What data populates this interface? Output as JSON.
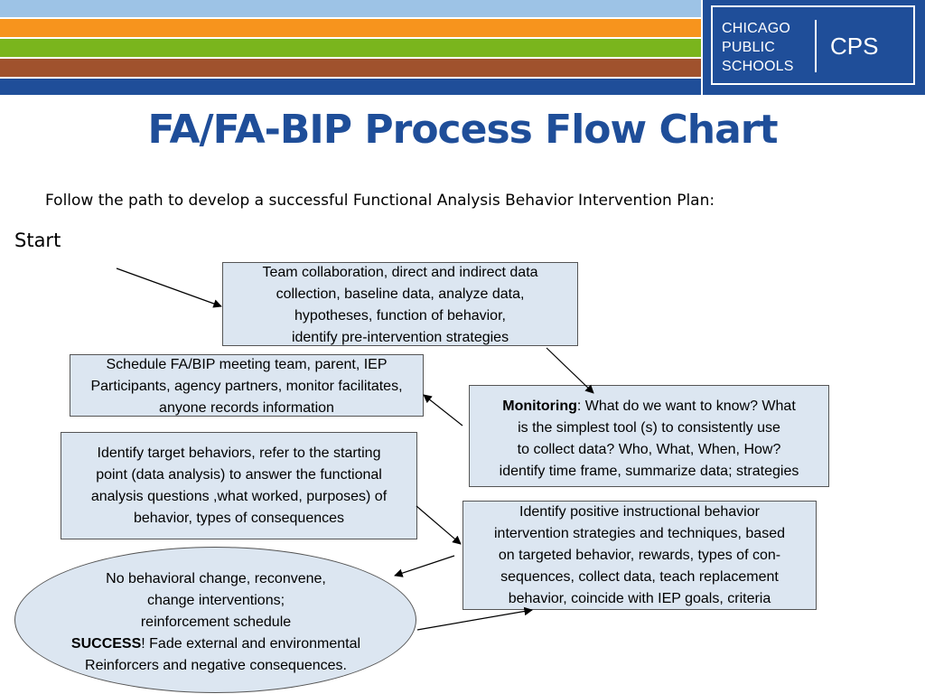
{
  "brand": {
    "line1": "CHICAGO",
    "line2": "PUBLIC",
    "line3": "SCHOOLS",
    "abbr": "CPS",
    "colors": {
      "blue": "#1f4e99",
      "lightblue": "#9dc3e6",
      "orange": "#f7941d",
      "green": "#7ab51d",
      "brown": "#a0522d",
      "box_fill": "#dce6f1"
    }
  },
  "title": "FA/FA-BIP Process Flow Chart",
  "subtitle": "Follow the path to develop a successful Functional Analysis Behavior Intervention Plan:",
  "start_label": "Start",
  "nodes": {
    "team": {
      "lines": [
        "Team collaboration, direct and indirect data",
        "collection, baseline data, analyze data,",
        "hypotheses, function of behavior,",
        "identify pre-intervention strategies"
      ]
    },
    "schedule": {
      "lines": [
        "Schedule FA/BIP meeting team, parent, IEP",
        "Participants, agency partners,  monitor facilitates,",
        "anyone records information"
      ]
    },
    "identify_target": {
      "lines": [
        "Identify target behaviors, refer to the starting",
        "point (data analysis) to answer  the functional",
        "analysis questions ,what worked, purposes) of",
        "behavior, types of consequences"
      ]
    },
    "monitoring": {
      "bold": "Monitoring",
      "first_rest": ": What do we want to know? What",
      "lines": [
        "is the simplest tool (s) to consistently use",
        "to collect data? Who, What, When, How?",
        "identify time frame, summarize data; strategies"
      ]
    },
    "identify_positive": {
      "lines": [
        "Identify positive instructional behavior",
        "intervention strategies and techniques, based",
        "on targeted behavior, rewards, types of con-",
        "sequences, collect data, teach replacement",
        "behavior, coincide with IEP goals, criteria"
      ]
    },
    "outcome": {
      "lines": [
        "No behavioral change, reconvene,",
        "change interventions;",
        "reinforcement schedule"
      ],
      "bold": "SUCCESS",
      "bold_rest": "! Fade external and environmental",
      "last": "Reinforcers and negative consequences."
    }
  }
}
